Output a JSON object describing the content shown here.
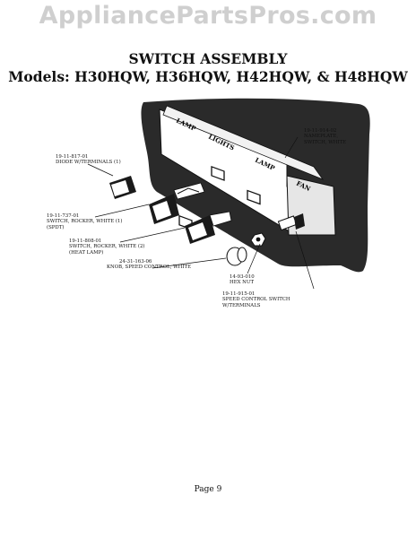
{
  "watermark": "AppliancePartsPros.com",
  "header": {
    "title": "SWITCH ASSEMBLY",
    "models": "Models: H30HQW, H36HQW, H42HQW, & H48HQW"
  },
  "panel_labels": [
    "LAMP",
    "LIGHTS",
    "LAMP",
    "FAN"
  ],
  "callouts": {
    "nameplate": {
      "number": "19-11-914-02",
      "line1": "NAMEPLATE,",
      "line2": "SWITCH, WHITE"
    },
    "diode": {
      "number": "19-11-817-01",
      "line1": "DIODE W/TERMINALS (1)"
    },
    "rocker1": {
      "number": "19-11-737-01",
      "line1": "SWITCH, ROCKER, WHITE (1)",
      "line2": "(SPDT)"
    },
    "rocker2": {
      "number": "19-11-808-01",
      "line1": "SWITCH, ROCKER, WHITE (2)",
      "line2": "(HEAT LAMP)"
    },
    "knob": {
      "number": "24-31-163-06",
      "line1": "KNOB, SPEED CONTROL, WHITE"
    },
    "hexnut": {
      "number": "14-93-010",
      "line1": "HEX NUT"
    },
    "speed": {
      "number": "19-11-915-01",
      "line1": "SPEED CONTROL SWITCH",
      "line2": "W/TERMINALS"
    }
  },
  "footer": {
    "page": "Page 9"
  }
}
